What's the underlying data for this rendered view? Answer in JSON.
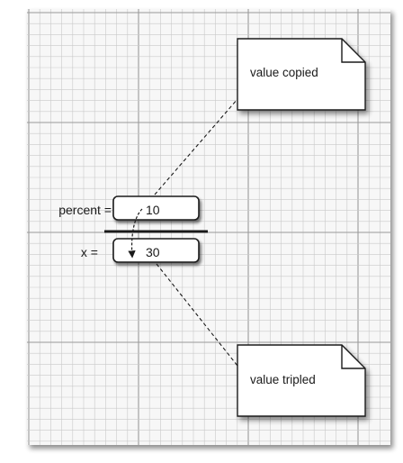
{
  "variables": [
    {
      "name_label": "percent =",
      "value": "10"
    },
    {
      "name_label": "x =",
      "value": "30"
    }
  ],
  "notes": {
    "top": "value copied",
    "bottom": "value tripled"
  },
  "colors": {
    "grid_minor": "#c9c9c9",
    "grid_major": "#9a9a9a",
    "ink": "#1a1a1a",
    "paper": "#f7f7f7"
  }
}
